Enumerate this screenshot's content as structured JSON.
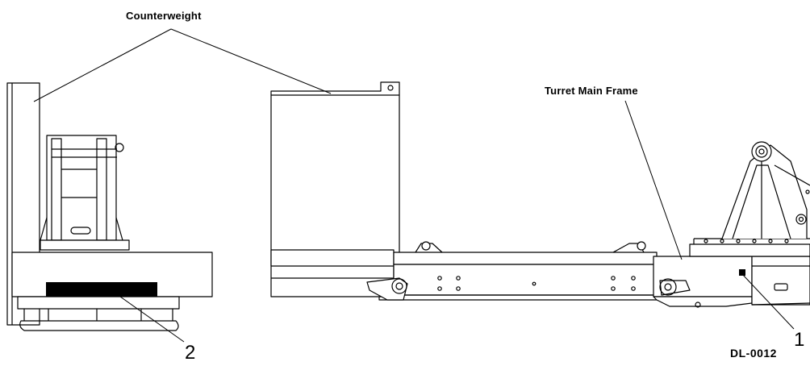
{
  "labels": {
    "counterweight": "Counterweight",
    "turret_main_frame": "Turret Main Frame",
    "callout_1": "1",
    "callout_2": "2",
    "drawing_id": "DL-0012"
  },
  "colors": {
    "line": "#000000",
    "fill": "#ffffff",
    "decal": "#000000"
  }
}
